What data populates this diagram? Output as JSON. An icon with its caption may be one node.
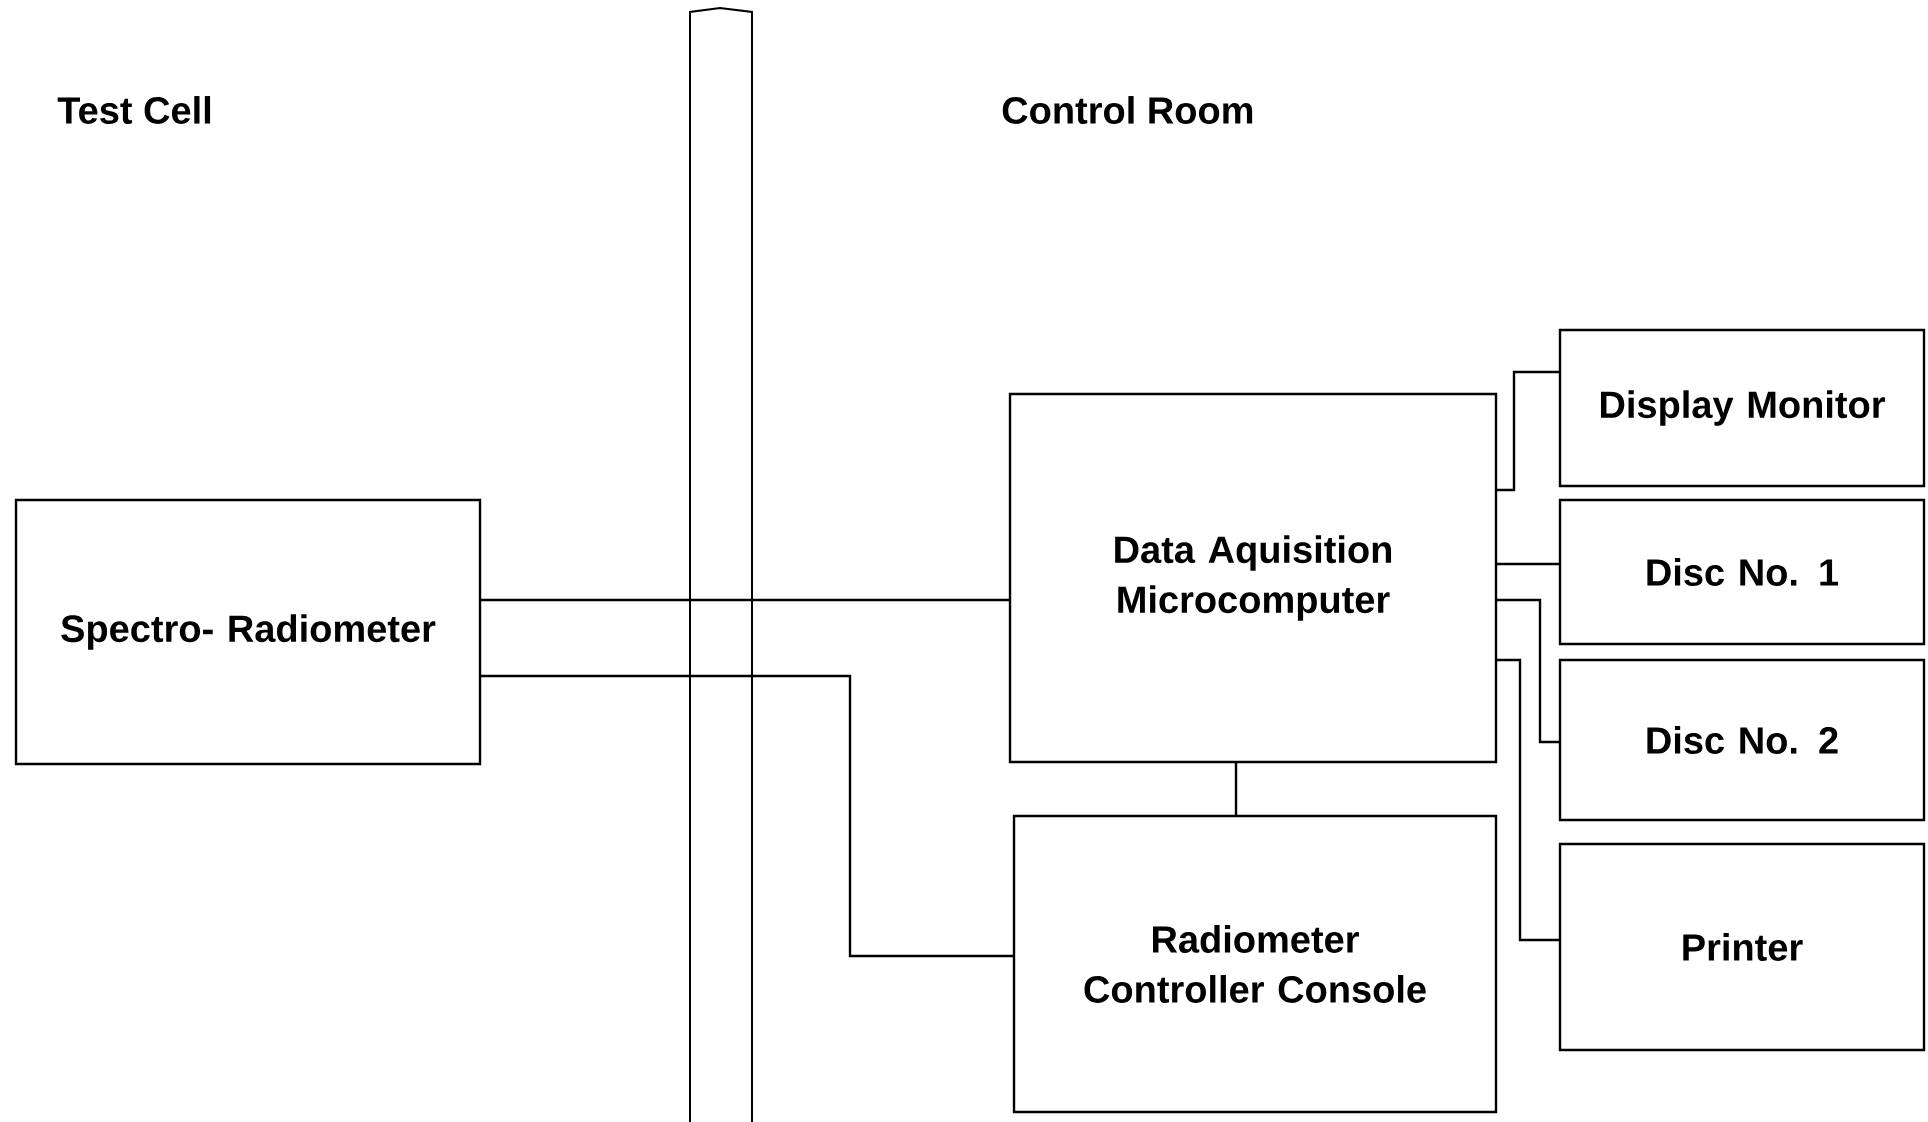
{
  "diagram": {
    "nodes": [
      {
        "text": [
          "Spectro- Radiometer"
        ]
      },
      {
        "text": [
          "Data Aquisition Microcomputer"
        ]
      },
      {
        "text": [
          "Radiometer Controller Console"
        ]
      },
      {
        "text": [
          "Display Monitor"
        ]
      },
      {
        "text": [
          "Disc No. 1"
        ]
      },
      {
        "text": [
          "Disc No. 2"
        ]
      },
      {
        "text": [
          "Printer"
        ]
      }
    ],
    "edges": [
      {
        "from": 0,
        "to": 1,
        "arrow": "none"
      },
      {
        "from": 0,
        "to": 2,
        "arrow": "none"
      },
      {
        "from": 1,
        "to": 2,
        "arrow": "none"
      },
      {
        "from": 1,
        "to": 3,
        "arrow": "none"
      },
      {
        "from": 1,
        "to": 4,
        "arrow": "none"
      },
      {
        "from": 1,
        "to": 5,
        "arrow": "none"
      },
      {
        "from": 1,
        "to": 6,
        "arrow": "none"
      }
    ],
    "labels": [
      "Test Cell",
      "Control Room"
    ]
  }
}
